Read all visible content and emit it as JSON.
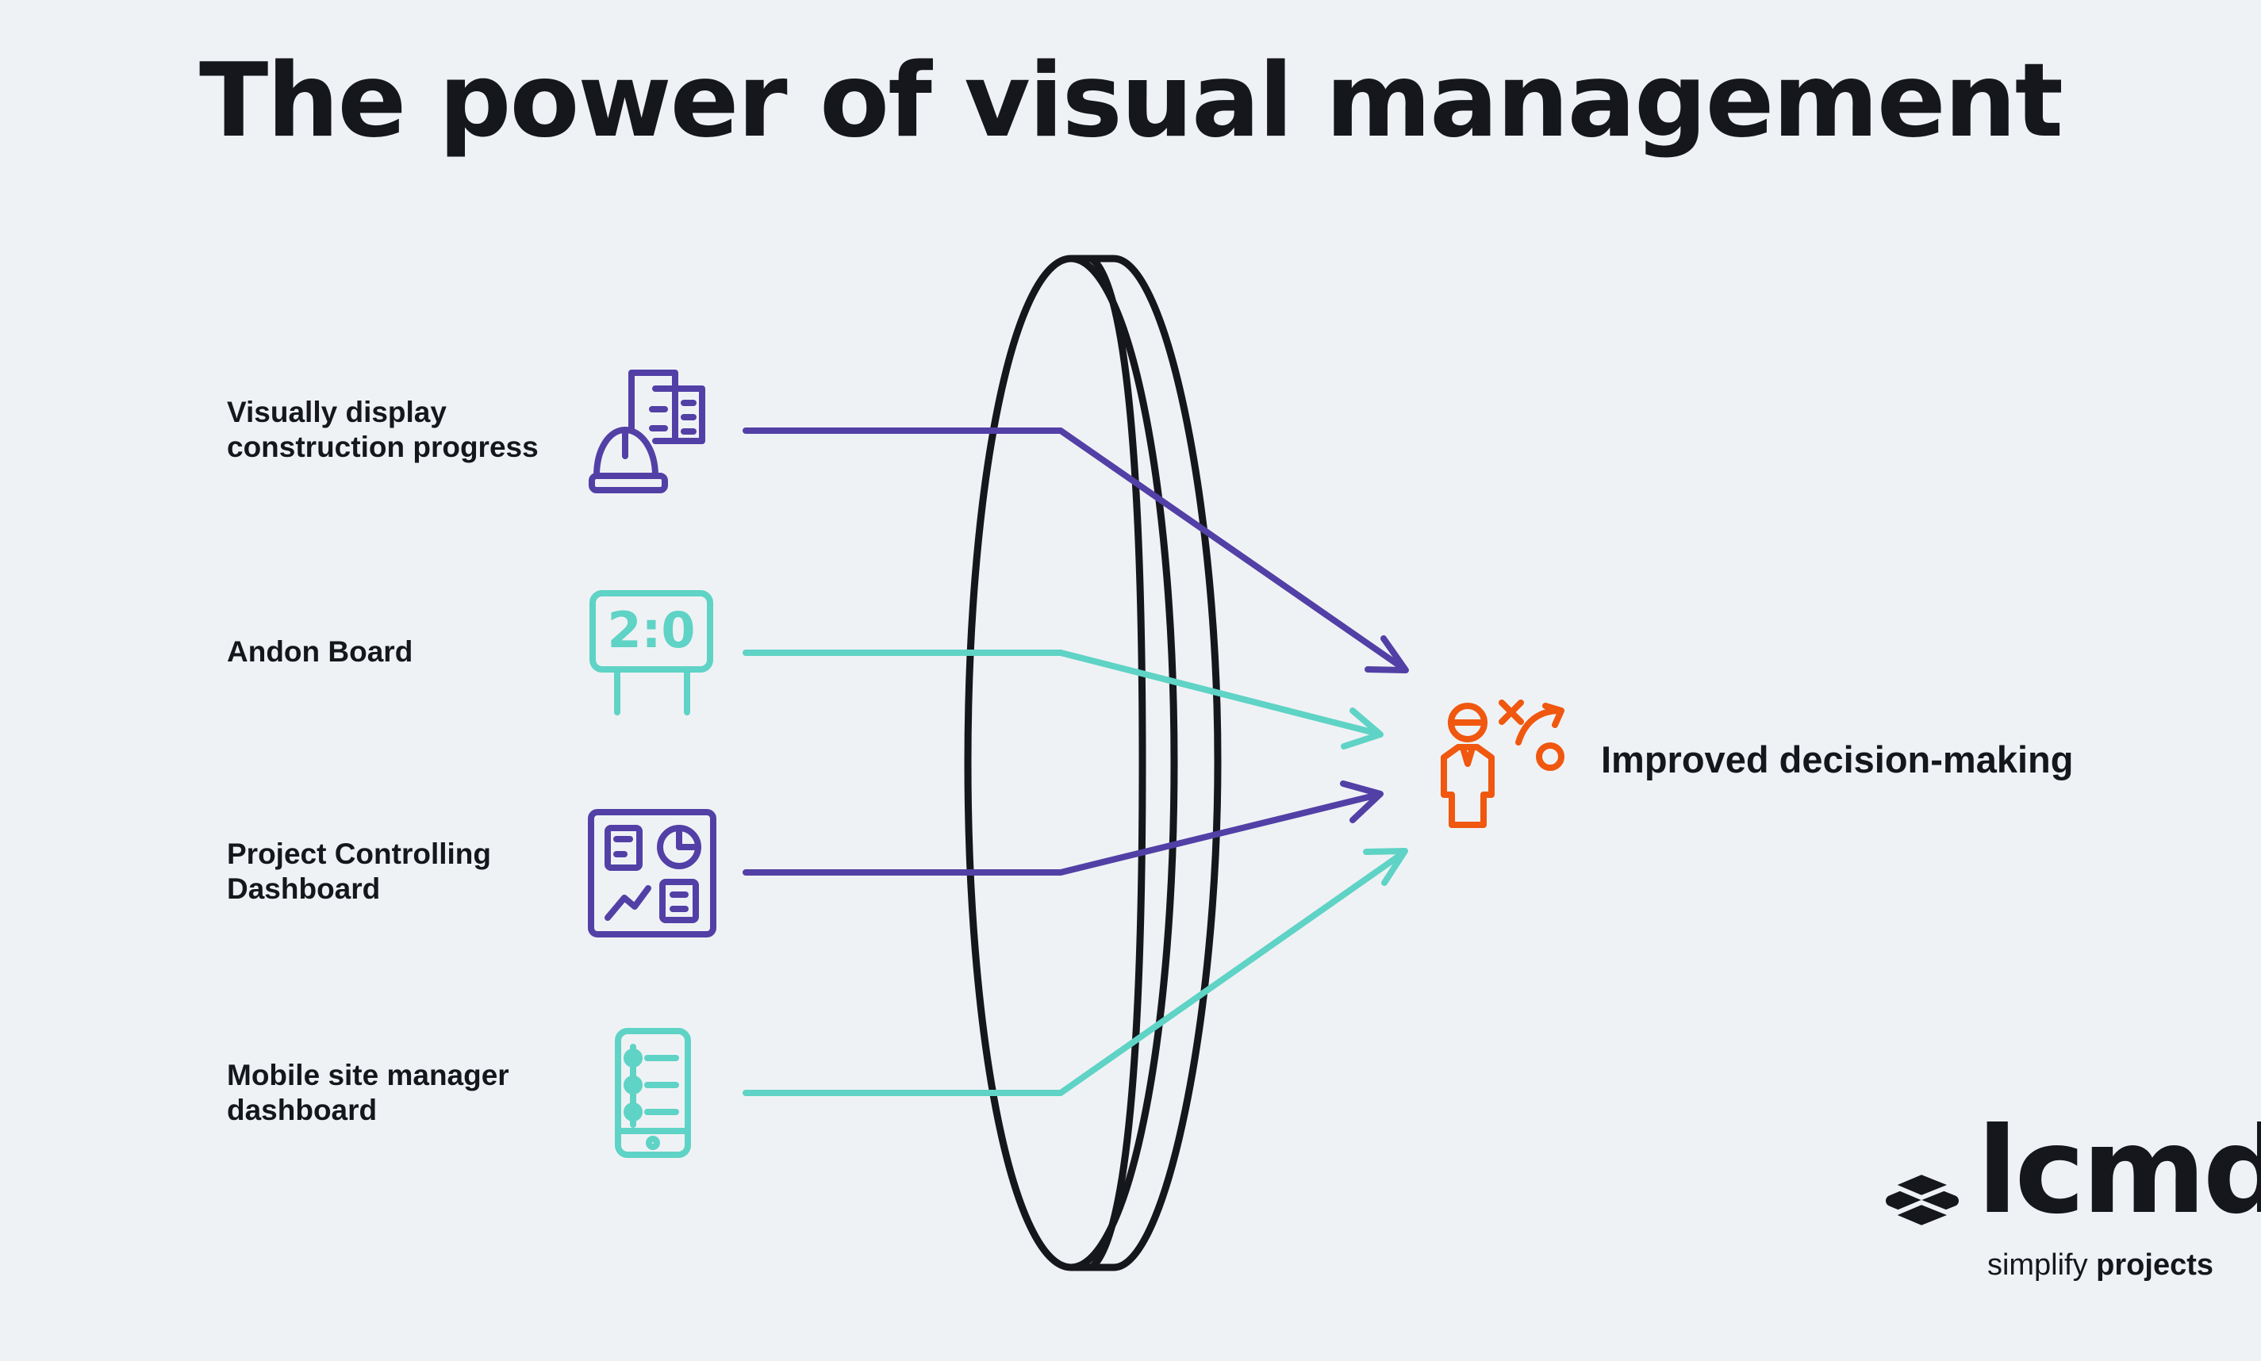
{
  "title": "The power of visual management",
  "sources": [
    {
      "id": "construction",
      "lines": [
        "Visually display",
        "construction progress"
      ],
      "icon": "construction-helmet-buildings-icon",
      "color": "#5240a6"
    },
    {
      "id": "andon",
      "lines": [
        "Andon Board"
      ],
      "icon": "scoreboard-icon",
      "icon_text": "2:0",
      "color": "#5fd3c5"
    },
    {
      "id": "dashboard",
      "lines": [
        "Project Controlling",
        "Dashboard"
      ],
      "icon": "dashboard-icon",
      "color": "#5240a6"
    },
    {
      "id": "mobile",
      "lines": [
        "Mobile site manager",
        "dashboard"
      ],
      "icon": "mobile-phone-icon",
      "color": "#5fd3c5"
    }
  ],
  "lens": {
    "icon": "lens-icon",
    "color": "#15171c"
  },
  "target": {
    "label": "Improved decision-making",
    "icon": "decision-maker-icon",
    "color": "#f0570f"
  },
  "brand": {
    "logo_icon": "stacked-layers-icon",
    "wordmark": "lcmd",
    "tagline_plain": "simplify ",
    "tagline_bold": "projects"
  }
}
